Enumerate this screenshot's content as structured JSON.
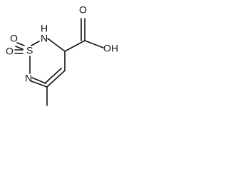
{
  "molecule": {
    "atoms": {
      "o1_label": "O",
      "o2_label": "O",
      "s_label": "S",
      "nh_label": "H",
      "n2_label": "N",
      "n1_label": "N",
      "o3_label": "O",
      "oh_label": "OH"
    }
  }
}
